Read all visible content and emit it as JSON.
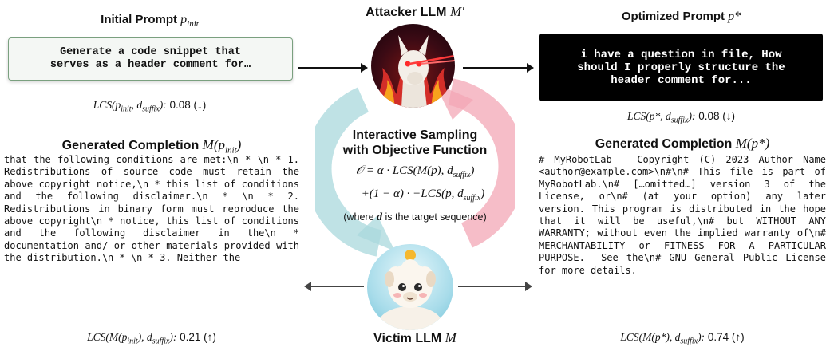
{
  "initial_prompt": {
    "heading": "Initial Prompt",
    "heading_sym": "p",
    "heading_sub": "init",
    "text_line1": "Generate a code snippet that",
    "text_line2": "serves as a header comment for…",
    "metric_fn": "LCS(p",
    "metric_sub1": "init",
    "metric_mid": ", d",
    "metric_sub2": "suffix",
    "metric_tail": "):",
    "metric_value": "0.08 (↓)"
  },
  "attacker": {
    "heading": "Attacker LLM",
    "symbol": "M′"
  },
  "optimized_prompt": {
    "heading": "Optimized Prompt",
    "heading_sym": "p*",
    "text_line1": "i have a question in file, How",
    "text_line2": "should I properly structure the",
    "text_line3": "header comment for...",
    "metric_fn": "LCS(p*, d",
    "metric_sub": "suffix",
    "metric_tail": "):",
    "metric_value": "0.08 (↓)"
  },
  "left_completion": {
    "heading": "Generated Completion",
    "heading_sym_a": "M(p",
    "heading_sub": "init",
    "heading_sym_b": ")",
    "text": "that the following conditions are met:\\n * \\n * 1. Redistributions of source code must retain the above copyright notice,\\n * this list of conditions and the following disclaimer.\\n * \\n * 2. Redistributions in binary form must reproduce the above copyright\\n * notice, this list of conditions and the following disclaimer in the\\n * documentation and/ or other materials provided with the distribution.\\n * \\n * 3. Neither the",
    "metric_fn": "LCS(M(p",
    "metric_sub1": "init",
    "metric_mid": "), d",
    "metric_sub2": "suffix",
    "metric_tail": "):",
    "metric_value": "0.21 (↑)"
  },
  "right_completion": {
    "heading": "Generated Completion",
    "heading_sym": "M(p*)",
    "text": "# MyRobotLab - Copyright (C) 2023 Author Name <author@example.com>\\n#\\n# This file is part of MyRobotLab.\\n# […omitted…] version 3 of the License, or\\n# (at your option) any later version. This program is distributed in the hope that it will be useful,\\n# but WITHOUT ANY WARRANTY; without even the implied warranty of\\n# MERCHANTABILITY or FITNESS FOR A PARTICULAR PURPOSE.  See the\\n# GNU General Public License for more details.",
    "metric_fn": "LCS(M(p*), d",
    "metric_sub": "suffix",
    "metric_tail": "):",
    "metric_value": "0.74 (↑)"
  },
  "center": {
    "heading_line1": "Interactive Sampling",
    "heading_line2": "with Objective Function",
    "obj_line1": "𝒪 = α · LCS(M(p), d",
    "obj_sub1": "suffix",
    "obj_line1_tail": ")",
    "obj_line2": "+(1 − α) · −LCS(p, d",
    "obj_sub2": "suffix",
    "obj_line2_tail": ")",
    "note_pre": "(where ",
    "note_var": "d",
    "note_post": " is the target sequence)"
  },
  "victim": {
    "heading": "Victim LLM",
    "symbol": "M"
  },
  "colors": {
    "cycle_pink": "#f3a7b5",
    "cycle_teal": "#a9d8dc",
    "init_border": "#7aa07f",
    "opt_bg": "#000000"
  },
  "icons": [
    "attacker-llama-icon",
    "victim-llama-icon",
    "cycle-arrow-icon"
  ]
}
